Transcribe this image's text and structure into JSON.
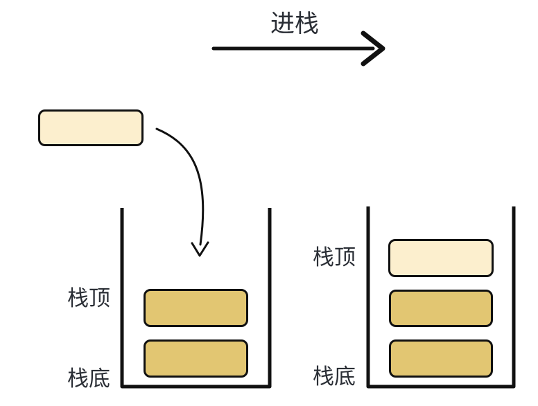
{
  "header": {
    "push_label": "进栈"
  },
  "colors": {
    "background": "#ffffff",
    "block_cream": "#fcefce",
    "block_gold": "#e2c672",
    "stroke": "#111111",
    "text": "#2a2e35"
  },
  "incoming_block": {
    "fill": "#fcefce"
  },
  "left_stack": {
    "top_label": "栈顶",
    "bottom_label": "栈底",
    "block_count": 2
  },
  "right_stack": {
    "top_label": "栈顶",
    "bottom_label": "栈底",
    "block_count": 3
  }
}
